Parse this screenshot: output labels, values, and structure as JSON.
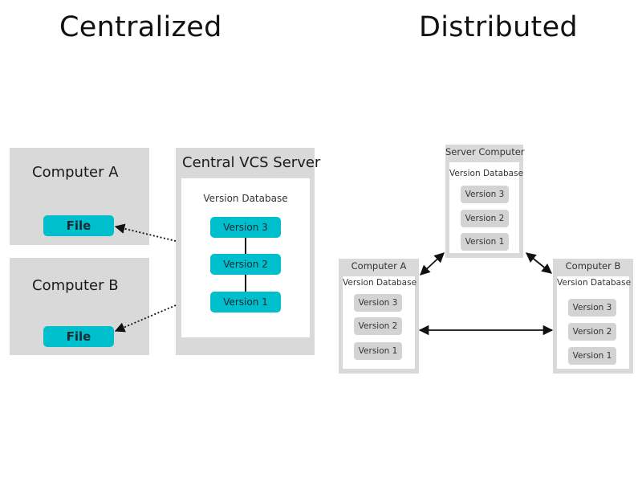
{
  "titles": {
    "centralized": "Centralized",
    "distributed": "Distributed"
  },
  "centralized": {
    "computer_a": {
      "label": "Computer A",
      "file": "File"
    },
    "computer_b": {
      "label": "Computer B",
      "file": "File"
    },
    "server": {
      "label": "Central VCS Server",
      "database": "Version Database",
      "versions": [
        "Version 3",
        "Version 2",
        "Version 1"
      ]
    }
  },
  "distributed": {
    "server": {
      "label": "Server Computer",
      "database": "Version Database",
      "versions": [
        "Version 3",
        "Version 2",
        "Version 1"
      ]
    },
    "computer_a": {
      "label": "Computer A",
      "database": "Version Database",
      "versions": [
        "Version 3",
        "Version 2",
        "Version 1"
      ]
    },
    "computer_b": {
      "label": "Computer B",
      "database": "Version Database",
      "versions": [
        "Version 3",
        "Version 2",
        "Version 1"
      ]
    }
  },
  "colors": {
    "teal": "#00bfcc",
    "panel_gray": "#d9d9d9",
    "version_gray": "#d3d3d3"
  }
}
